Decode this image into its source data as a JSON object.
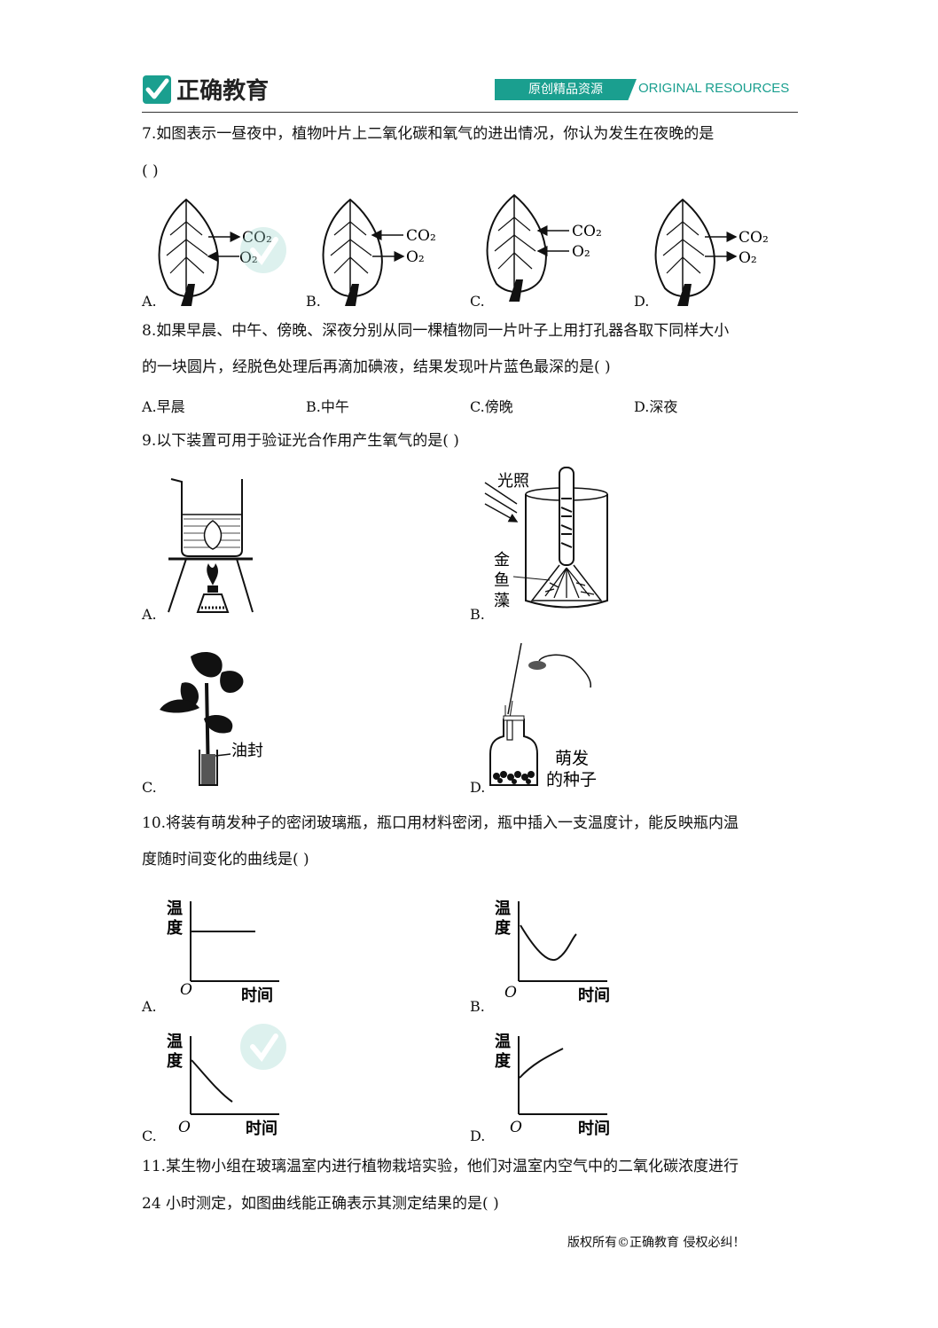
{
  "header": {
    "logo_text": "正确教育",
    "banner_cn": "原创精品资源",
    "banner_en": "ORIGINAL RESOURCES"
  },
  "q7": {
    "stem": "7.如图表示一昼夜中，植物叶片上二氧化碳和氧气的进出情况，你认为发生在夜晚的是",
    "paren": "(      )",
    "options": [
      "A.",
      "B.",
      "C.",
      "D."
    ],
    "co2": "CO₂",
    "o2": "O₂"
  },
  "q8": {
    "stem1": "8.如果早晨、中午、傍晚、深夜分别从同一棵植物同一片叶子上用打孔器各取下同样大小",
    "stem2": "的一块圆片，经脱色处理后再滴加碘液，结果发现叶片蓝色最深的是(      )",
    "options": [
      "A.早晨",
      "B.中午",
      "C.傍晚",
      "D.深夜"
    ]
  },
  "q9": {
    "stem": "9.以下装置可用于验证光合作用产生氧气的是(      )",
    "options": [
      "A.",
      "B.",
      "C.",
      "D."
    ],
    "light": "光照",
    "alga1": "金",
    "alga2": "鱼",
    "alga3": "藻",
    "oil": "油封",
    "seeds1": "萌发",
    "seeds2": "的种子"
  },
  "q10": {
    "stem1": "10.将装有萌发种子的密闭玻璃瓶，瓶口用材料密闭，瓶中插入一支温度计，能反映瓶内温",
    "stem2": "度随时间变化的曲线是(      )",
    "options": [
      "A.",
      "B.",
      "C.",
      "D."
    ],
    "ylabel1": "温",
    "ylabel2": "度",
    "xlabel": "时间",
    "origin": "O"
  },
  "q11": {
    "stem1": "11.某生物小组在玻璃温室内进行植物栽培实验，他们对温室内空气中的二氧化碳浓度进行",
    "stem2": "24 小时测定，如图曲线能正确表示其测定结果的是(      )"
  },
  "footer": "版权所有©正确教育  侵权必纠！",
  "colors": {
    "accent": "#1a9f8f",
    "text": "#111111"
  }
}
